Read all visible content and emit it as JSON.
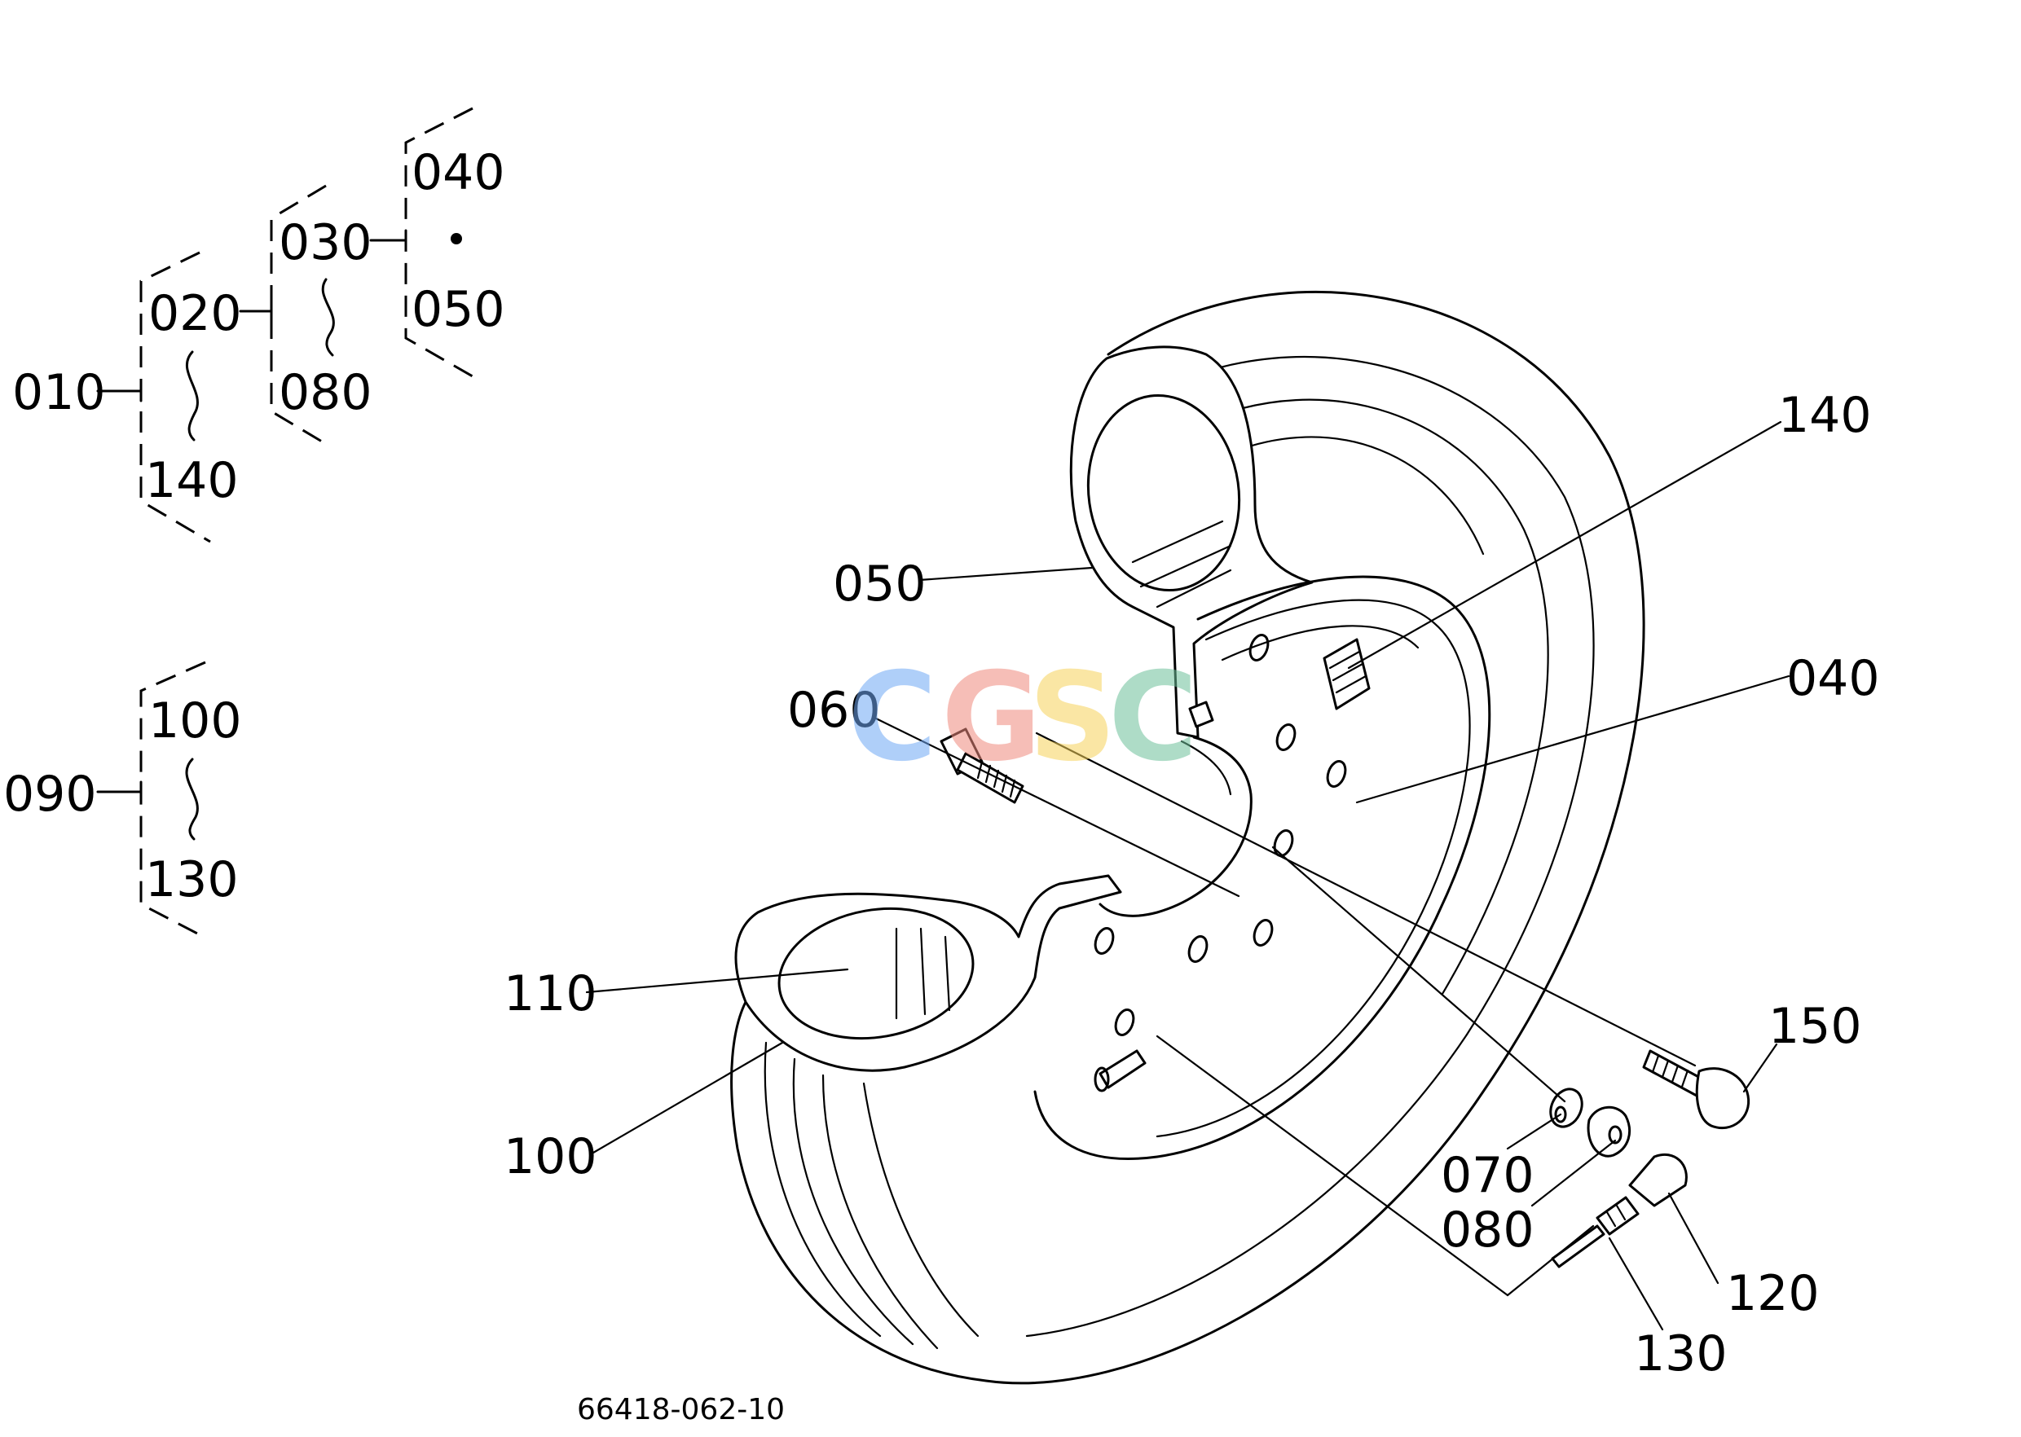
{
  "tree": {
    "group1": {
      "root": "010",
      "level1_top": "020",
      "level1_bottom": "140",
      "level2_top": "030",
      "level2_bottom": "080",
      "level3_top": "040",
      "level3_bottom": "050"
    },
    "group2": {
      "root": "090",
      "top": "100",
      "bottom": "130"
    }
  },
  "callouts": {
    "c050": "050",
    "c060": "060",
    "c110": "110",
    "c100": "100",
    "c140": "140",
    "c040": "040",
    "c150": "150",
    "c070": "070",
    "c080": "080",
    "c120": "120",
    "c130": "130"
  },
  "drawing_number": "66418-062-10",
  "watermark": {
    "letters": [
      "C",
      "G",
      "S",
      "C"
    ],
    "colors": [
      "#6fa8f5",
      "#f08a7e",
      "#f7d35a",
      "#6cc09a"
    ]
  }
}
